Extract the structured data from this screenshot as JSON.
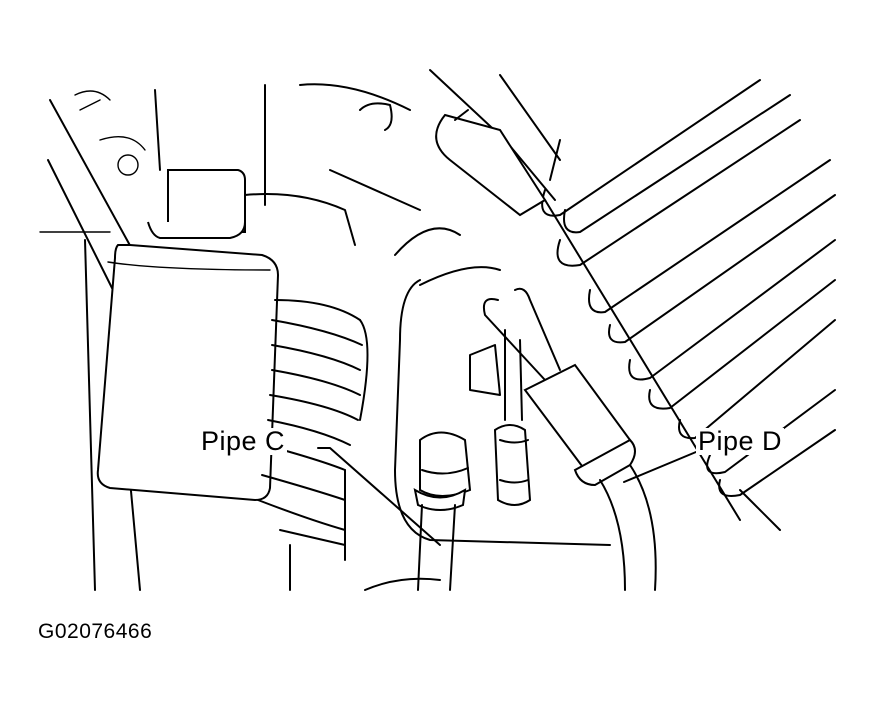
{
  "figure": {
    "id_label": "G02076466",
    "callouts": [
      {
        "key": "pipe_c",
        "label": "Pipe C"
      },
      {
        "key": "pipe_d",
        "label": "Pipe D"
      }
    ]
  }
}
